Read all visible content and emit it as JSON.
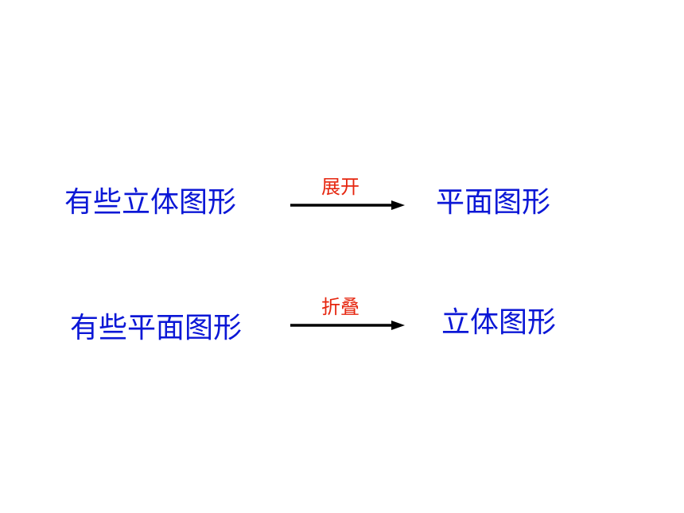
{
  "colors": {
    "term": "#0b17d6",
    "action": "#e6260f",
    "arrow": "#000000"
  },
  "rows": [
    {
      "left": "有些立体图形",
      "action": "展开",
      "right": "平面图形"
    },
    {
      "left": "有些平面图形",
      "action": "折叠",
      "right": "立体图形"
    }
  ]
}
